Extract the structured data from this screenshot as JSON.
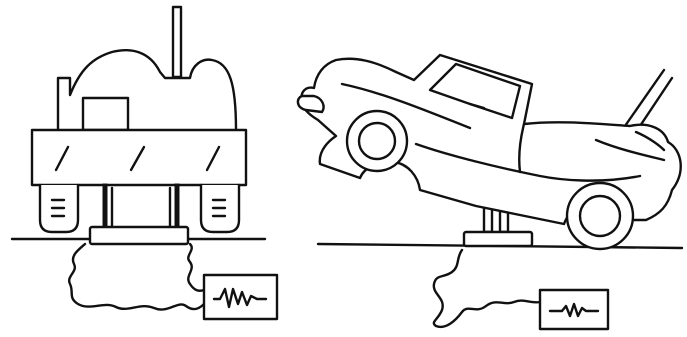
{
  "scene": {
    "left_panel": "vibrator-truck-seismic-source",
    "right_panel": "pickup-truck-on-jack-seismic-source"
  },
  "colors": {
    "ink": "#111111",
    "background": "#ffffff"
  },
  "recorders": [
    {
      "icon": "seismogram-wave-icon",
      "trace_amplitude": "large"
    },
    {
      "icon": "seismogram-wave-icon",
      "trace_amplitude": "small"
    }
  ]
}
